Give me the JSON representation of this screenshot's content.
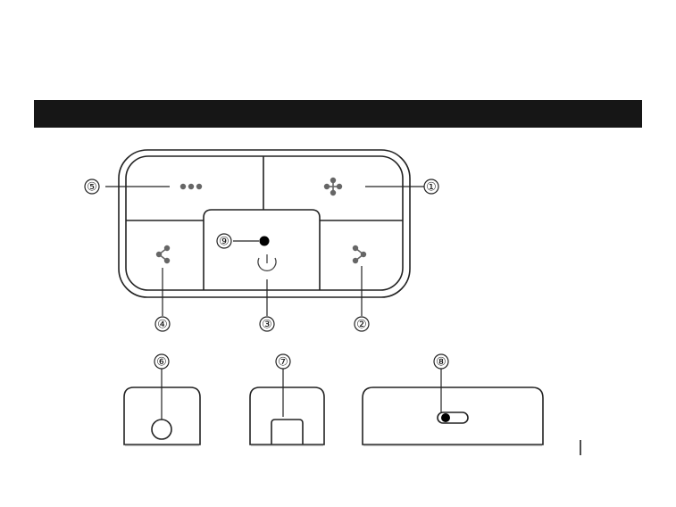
{
  "header_bar": {
    "text": ""
  },
  "callouts": [
    {
      "id": "1",
      "label": "①"
    },
    {
      "id": "2",
      "label": "②"
    },
    {
      "id": "3",
      "label": "③"
    },
    {
      "id": "4",
      "label": "④"
    },
    {
      "id": "5",
      "label": "⑤"
    },
    {
      "id": "6",
      "label": "⑥"
    },
    {
      "id": "7",
      "label": "⑦"
    },
    {
      "id": "8",
      "label": "⑧"
    },
    {
      "id": "9",
      "label": "⑨"
    }
  ],
  "icons": {
    "more": "three-dots-icon",
    "bluetooth_pair": "four-dot-cross-icon",
    "share_left": "share-left-icon",
    "share_right": "share-right-icon",
    "power": "power-icon",
    "led": "led-indicator",
    "jack": "round-port",
    "usb": "mini-usb-port",
    "switch": "slide-switch"
  },
  "colors": {
    "stroke": "#222222",
    "dot": "#666666",
    "bar": "#161616"
  }
}
